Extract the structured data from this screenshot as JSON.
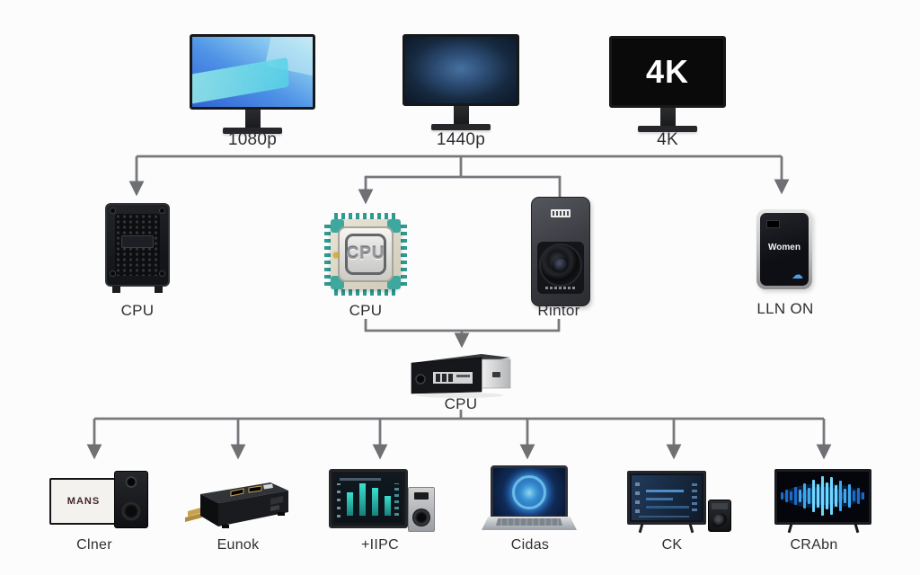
{
  "palette": {
    "background": "#fcfcfc",
    "connector": "#77787b",
    "label_color": "#2f2f31",
    "accent_blue": "#4aa0e8",
    "chip_teal": "#2e9a91"
  },
  "monitors": [
    {
      "label": "1080p"
    },
    {
      "label": "1440p"
    },
    {
      "label": "4K",
      "screen_text": "4K"
    }
  ],
  "mid_tier": [
    {
      "label": "CPU"
    },
    {
      "label": "CPU",
      "chip_text": "CPU"
    },
    {
      "label": "Rintor"
    },
    {
      "label": "LLN ON",
      "screen_text": "Women"
    }
  ],
  "hub": {
    "label": "CPU"
  },
  "bottom_tier": [
    {
      "label": "Clner",
      "screen_text": "MANS"
    },
    {
      "label": "Eunok"
    },
    {
      "label": "+IIPC"
    },
    {
      "label": "Cidas"
    },
    {
      "label": "CK"
    },
    {
      "label": "CRAbn"
    }
  ]
}
